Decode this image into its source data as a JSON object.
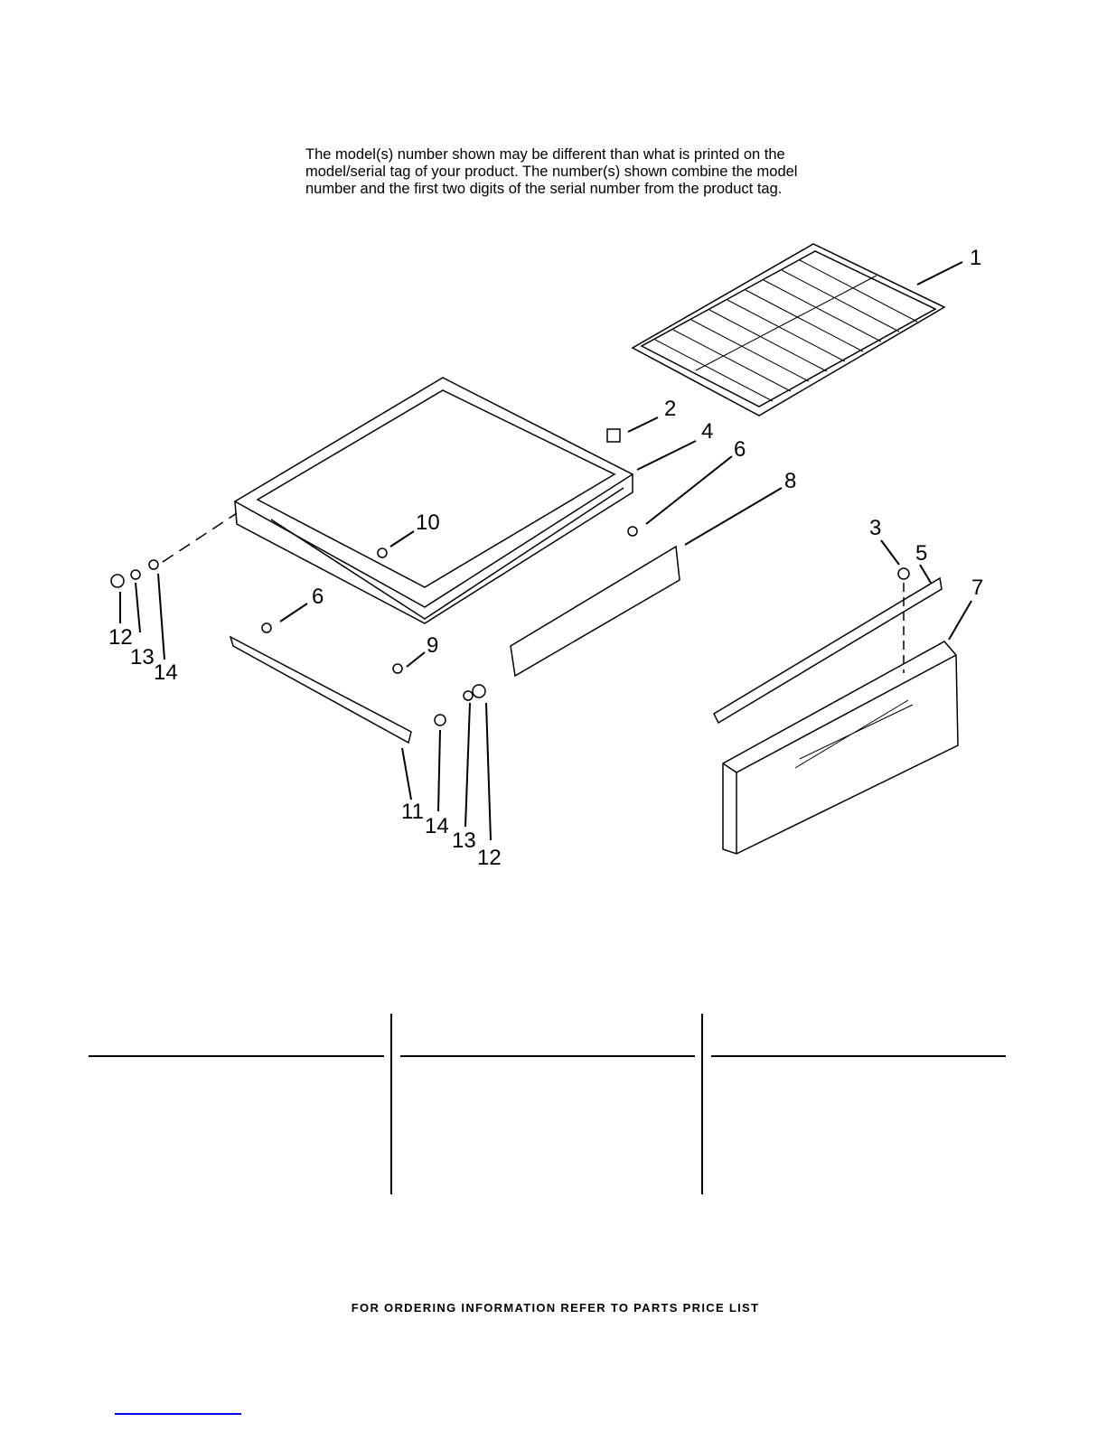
{
  "note": {
    "lines": [
      "The model(s) number shown may be different than what is printed on the",
      "model/serial tag of your product. The number(s) shown combine the model",
      "number and the first two digits of the serial number from the product tag."
    ]
  },
  "callouts": [
    "1",
    "2",
    "4",
    "6",
    "8",
    "10",
    "3",
    "5",
    "7",
    "6",
    "9",
    "12",
    "13",
    "14",
    "11",
    "14",
    "13",
    "12"
  ],
  "footer": {
    "text": "FOR ORDERING INFORMATION REFER TO PARTS PRICE LIST"
  },
  "colors": {
    "link": "#0000ee",
    "ink": "#000000"
  }
}
